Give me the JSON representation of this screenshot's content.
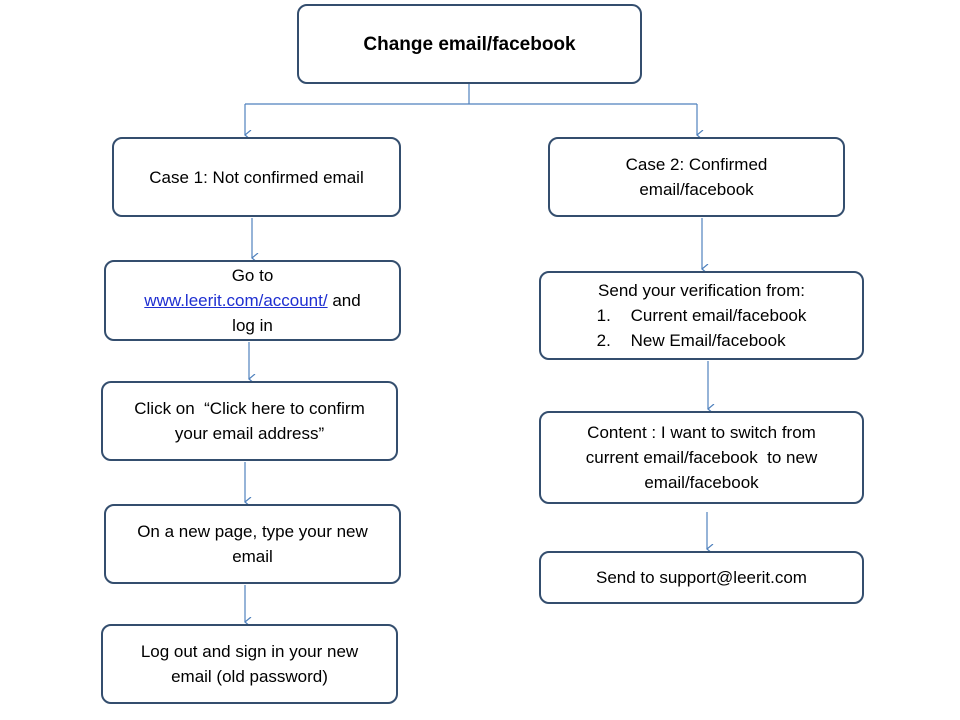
{
  "title": "Change email/facebook",
  "case1": {
    "header": "Case 1: Not confirmed email",
    "step1": {
      "prefix": "Go to",
      "link": "www.leerit.com/account/",
      "mid": " and",
      "suffix": "log in"
    },
    "step2": {
      "line1": "Click on  “Click here to confirm",
      "line2": "your email address”"
    },
    "step3": {
      "line1": "On a new page, type your new",
      "line2": "email"
    },
    "step4": {
      "line1": "Log out and sign in your new",
      "line2": "email (old password)"
    }
  },
  "case2": {
    "header": {
      "line1": "Case 2: Confirmed",
      "line2": "email/facebook"
    },
    "step1": {
      "lead": "Send your verification from:",
      "items": [
        {
          "num": "1.",
          "text": "Current email/facebook"
        },
        {
          "num": "2.",
          "text": "New Email/facebook"
        }
      ]
    },
    "step2": {
      "line1": "Content : I want to switch from",
      "line2": "current email/facebook  to new",
      "line3": "email/facebook"
    },
    "step3": "Send to support@leerit.com"
  },
  "colors": {
    "border": "#344e6e",
    "connector": "#4f81bd",
    "link": "#1f2fd1"
  }
}
